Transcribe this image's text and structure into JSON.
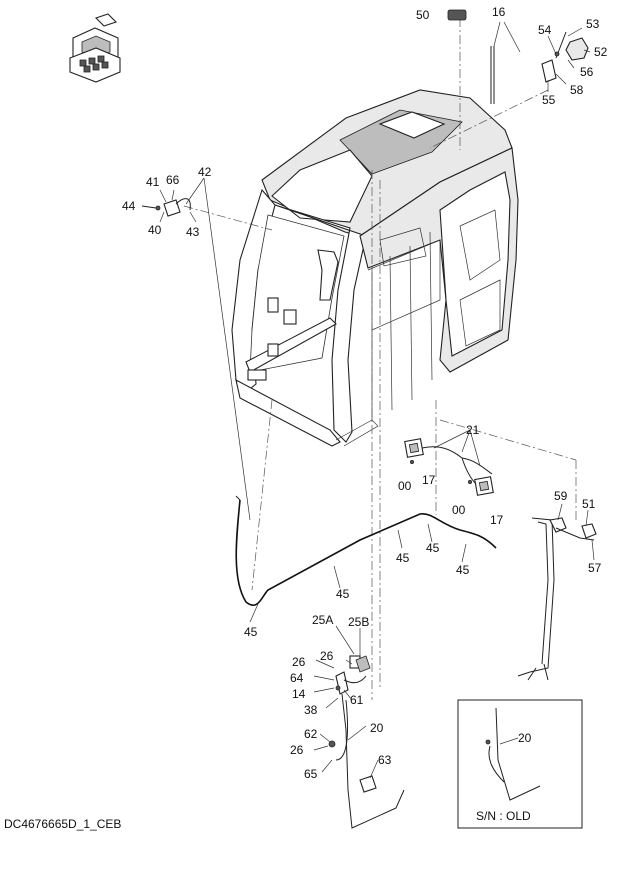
{
  "diagram_id": "DC4676665D_1_CEB",
  "inset_caption": "S/N : OLD",
  "inset_labels": [
    "20"
  ],
  "callouts": {
    "c50": "50",
    "c16": "16",
    "c54": "54",
    "c53": "53",
    "c52": "52",
    "c56": "56",
    "c58": "58",
    "c55": "55",
    "c41": "41",
    "c66": "66",
    "c42": "42",
    "c44": "44",
    "c40": "40",
    "c43": "43",
    "c21": "21",
    "c00a": "00",
    "c17a": "17",
    "c00b": "00",
    "c17b": "17",
    "c59": "59",
    "c51": "51",
    "c57": "57",
    "c45a": "45",
    "c45b": "45",
    "c45c": "45",
    "c45d": "45",
    "c45e": "45",
    "c25a": "25A",
    "c25b": "25B",
    "c26a": "26",
    "c26b": "26",
    "c64": "64",
    "c14": "14",
    "c61": "61",
    "c38": "38",
    "c20": "20",
    "c62": "62",
    "c26c": "26",
    "c65": "65",
    "c63": "63"
  },
  "icons": [
    "cab-orientation-thumbnail-icon"
  ]
}
